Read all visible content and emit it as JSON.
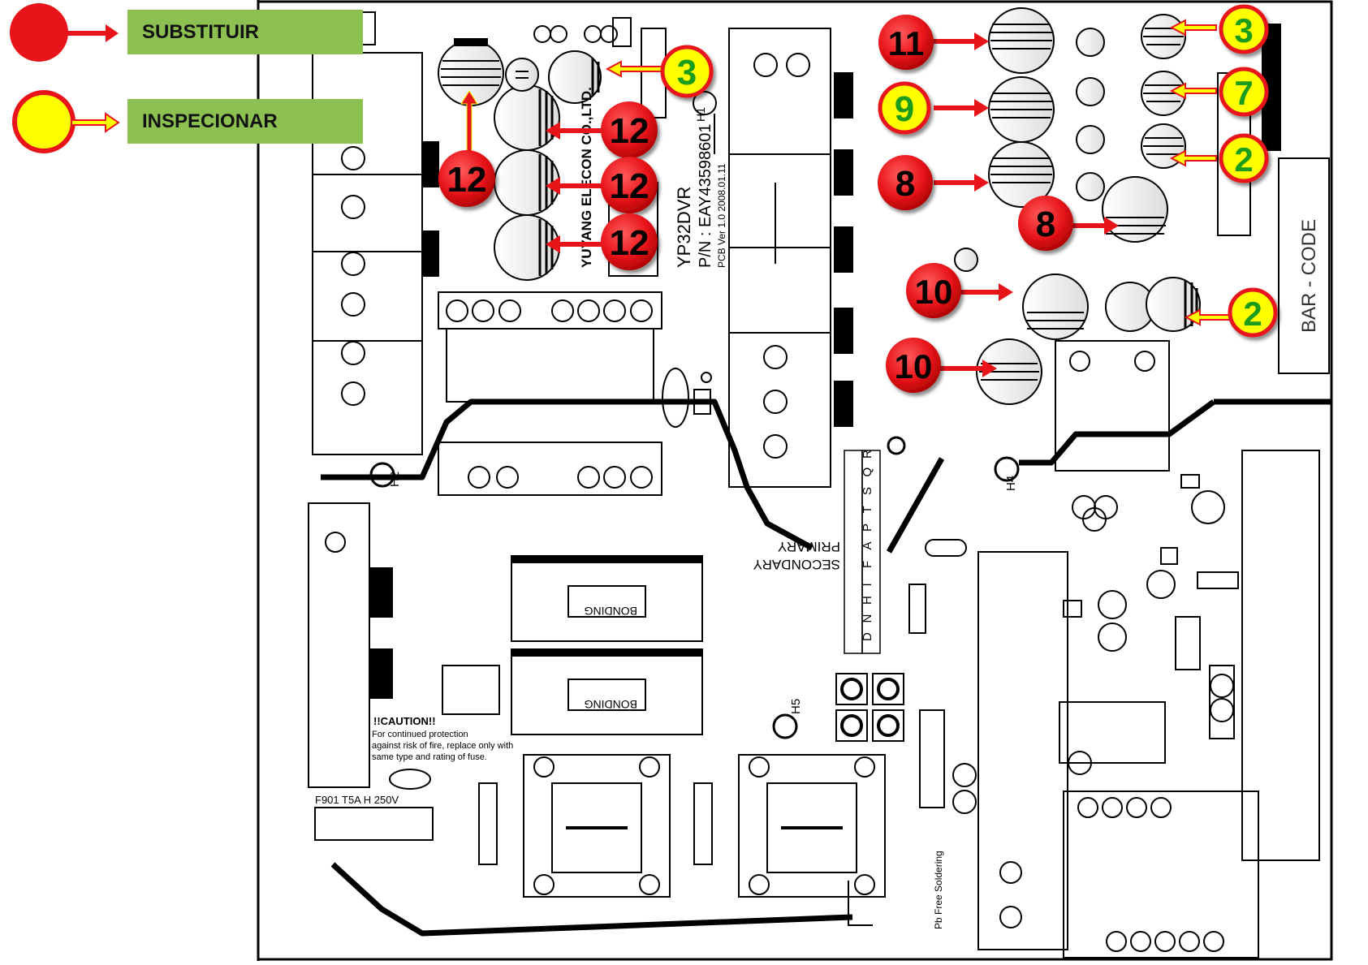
{
  "legend": {
    "replace_label": "SUBSTITUIR",
    "inspect_label": "INSPECIONAR",
    "replace_color": "#e8141a",
    "inspect_color": "#ffff00",
    "box_color": "#8cc151"
  },
  "board": {
    "model": "YP32DVR",
    "part_number": "P/N : EAY43598601",
    "pcb_version": "PCB Ver 1.0   2008.01.11",
    "maker": "YUYANG ELECON CO.,LTD.",
    "barcode_label": "BAR - CODE",
    "primary_label": "PRIMARY",
    "secondary_label": "SECONDARY",
    "bonding_label": "BONDING",
    "caution_title": "!!CAUTION!!",
    "caution_line1": "For continued protection",
    "caution_line2": "against risk of fire, replace only with",
    "caution_line3": "same type and rating of fuse.",
    "fuse_label": "F901 T5A H 250V",
    "pb_free_label": "Pb Free Soldering",
    "date_codes": [
      "D",
      "N",
      "H",
      "I",
      "F",
      "A",
      "P",
      "T",
      "S",
      "Q",
      "R"
    ],
    "heat_sinks": [
      "H1",
      "H2",
      "H4",
      "H5"
    ]
  },
  "callouts": [
    {
      "id": "c3a",
      "number": "3",
      "status": "inspect"
    },
    {
      "id": "c12a",
      "number": "12",
      "status": "replace"
    },
    {
      "id": "c12b",
      "number": "12",
      "status": "replace"
    },
    {
      "id": "c12c",
      "number": "12",
      "status": "replace"
    },
    {
      "id": "c12d",
      "number": "12",
      "status": "replace"
    },
    {
      "id": "c11",
      "number": "11",
      "status": "replace"
    },
    {
      "id": "c9",
      "number": "9",
      "status": "inspect"
    },
    {
      "id": "c8a",
      "number": "8",
      "status": "replace"
    },
    {
      "id": "c8b",
      "number": "8",
      "status": "replace"
    },
    {
      "id": "c3b",
      "number": "3",
      "status": "inspect"
    },
    {
      "id": "c7",
      "number": "7",
      "status": "inspect"
    },
    {
      "id": "c2a",
      "number": "2",
      "status": "inspect"
    },
    {
      "id": "c2b",
      "number": "2",
      "status": "inspect"
    },
    {
      "id": "c10a",
      "number": "10",
      "status": "replace"
    },
    {
      "id": "c10b",
      "number": "10",
      "status": "replace"
    }
  ]
}
